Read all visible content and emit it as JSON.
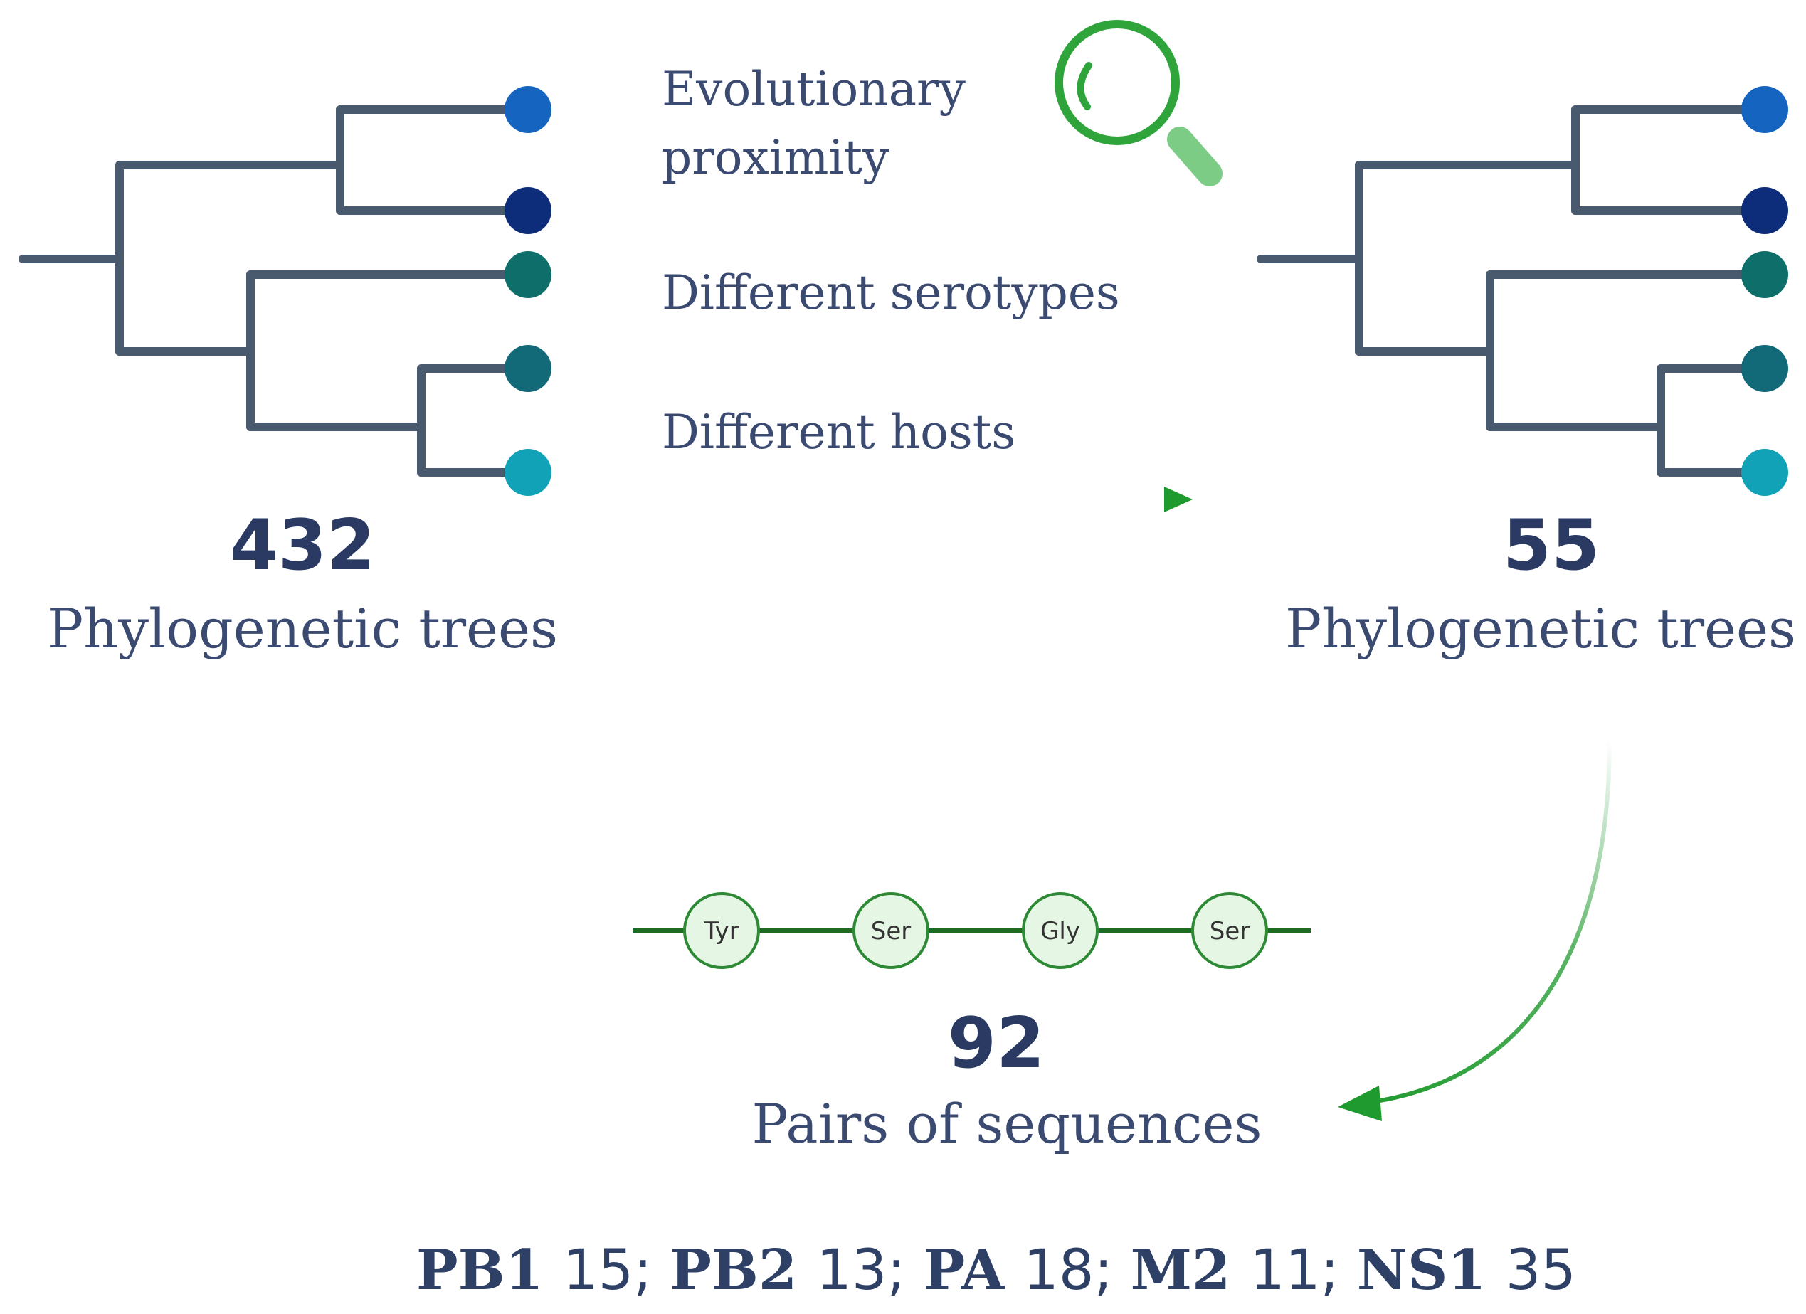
{
  "left_tree": {
    "count": "432",
    "caption": "Phylogenetic trees",
    "leaf_colors": [
      "#1565c0",
      "#0d2d7a",
      "#0e6f6a",
      "#126978",
      "#12a2b8"
    ]
  },
  "filter_criteria": [
    "Evolutionary",
    "proximity",
    "Different serotypes",
    "Different hosts"
  ],
  "right_tree": {
    "count": "55",
    "caption": "Phylogenetic trees",
    "leaf_colors": [
      "#1565c0",
      "#0d2d7a",
      "#0e6f6a",
      "#126978",
      "#12a2b8"
    ]
  },
  "sequence": {
    "residues": [
      "Tyr",
      "Ser",
      "Gly",
      "Ser"
    ],
    "count": "92",
    "caption": "Pairs of sequences"
  },
  "breakdown": [
    {
      "protein": "PB1",
      "count": "15",
      "sep": "; "
    },
    {
      "protein": "PB2",
      "count": "13",
      "sep": "; "
    },
    {
      "protein": "PA",
      "count": "18",
      "sep": "; "
    },
    {
      "protein": "M2",
      "count": "11",
      "sep": "; "
    },
    {
      "protein": "NS1",
      "count": "35",
      "sep": ""
    }
  ],
  "colors": {
    "tree_branch": "#4a5a6e",
    "accent_green": "#1f9a2e",
    "magnifier_lens": "#2ea43b",
    "magnifier_handle": "#7ccc86",
    "residue_fill": "#e5f6e5",
    "residue_stroke": "#2d8a34",
    "backbone": "#1e6b22"
  },
  "icons": [
    "magnifier-icon"
  ]
}
